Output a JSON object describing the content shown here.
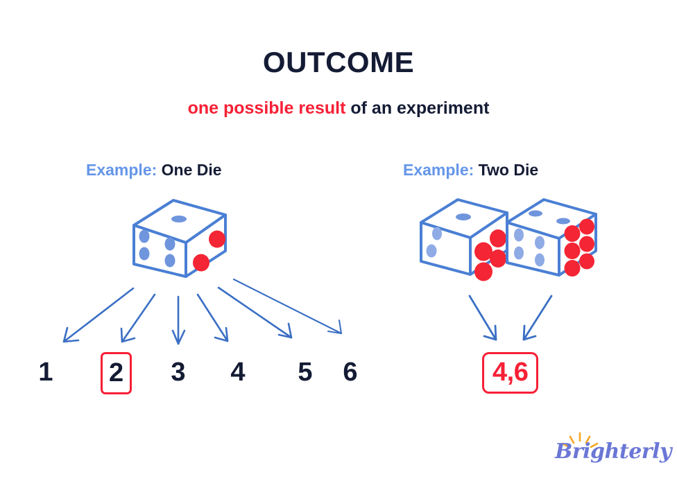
{
  "page": {
    "title": "OUTCOME",
    "subtitle": {
      "highlight": "one possible result",
      "rest": " of an experiment"
    },
    "background_color": "#ffffff"
  },
  "colors": {
    "dark_navy": "#141b34",
    "red": "#f72036",
    "blue_accent": "#6496ea",
    "die_outline": "#4a7fd4",
    "die_pip_blue": "#6f95dd",
    "die_pip_red": "#f42534",
    "arrow_blue": "#3b6fc4",
    "logo_purple": "#6b77d6",
    "logo_sun": "#f5a623"
  },
  "examples": [
    {
      "id": "one-die",
      "prefix": "Example:",
      "label": "One Die",
      "die_count": 1,
      "dice": [
        {
          "front_face_value": 2,
          "left_face_value": 4,
          "top_face_value": 1,
          "front_pip_color": "red",
          "side_pip_color": "blue"
        }
      ],
      "arrow_count": 6,
      "outcomes": [
        {
          "value": "1",
          "highlighted": false
        },
        {
          "value": "2",
          "highlighted": true
        },
        {
          "value": "3",
          "highlighted": false
        },
        {
          "value": "4",
          "highlighted": false
        },
        {
          "value": "5",
          "highlighted": false
        },
        {
          "value": "6",
          "highlighted": false
        }
      ]
    },
    {
      "id": "two-die",
      "prefix": "Example:",
      "label": "Two Die",
      "die_count": 2,
      "dice": [
        {
          "front_face_value": 4,
          "left_face_value": 2,
          "top_face_value": 1,
          "front_pip_color": "red",
          "side_pip_color": "blue"
        },
        {
          "front_face_value": 6,
          "left_face_value": 4,
          "top_face_value": 2,
          "front_pip_color": "red",
          "side_pip_color": "blue"
        }
      ],
      "arrow_count": 2,
      "outcomes": [
        {
          "value": "4,6",
          "highlighted": true
        }
      ]
    }
  ],
  "brand": {
    "name": "Brighterly",
    "icon": "sunburst-icon"
  }
}
